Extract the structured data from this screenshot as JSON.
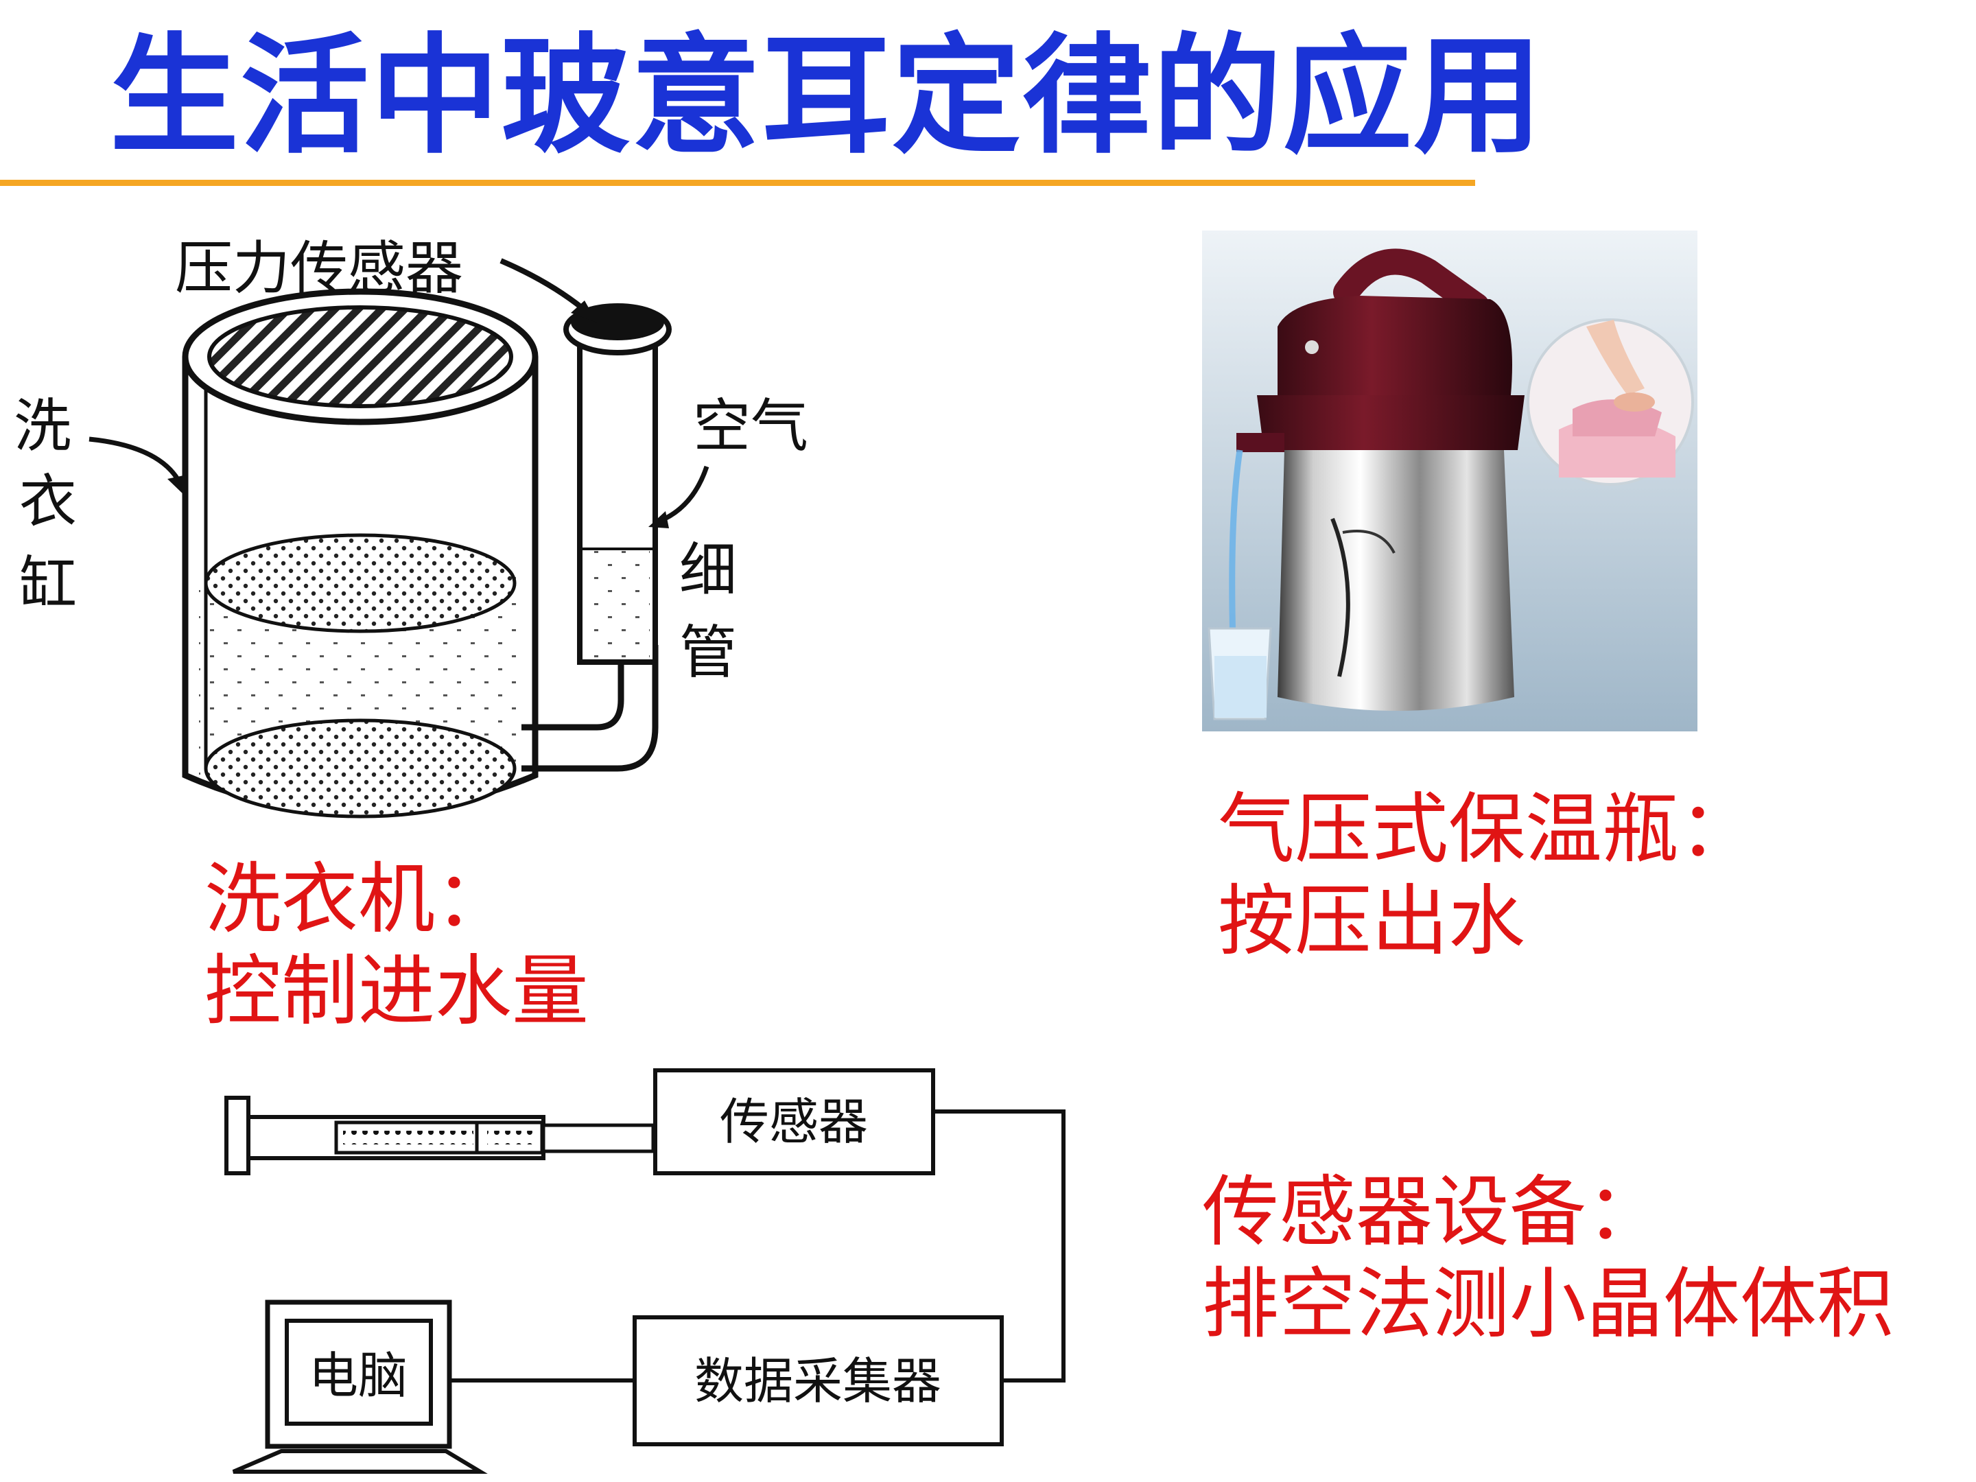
{
  "title": "生活中玻意耳定律的应用",
  "washer": {
    "label_sensor": "压力传感器",
    "label_tank": [
      "洗",
      "衣",
      "缸"
    ],
    "label_air": "空气",
    "label_tube": [
      "细",
      "管"
    ],
    "caption_line1": "洗衣机：",
    "caption_line2": "控制进水量"
  },
  "thermos": {
    "caption_line1": "气压式保温瓶：",
    "caption_line2": "按压出水"
  },
  "sensor_setup": {
    "box_sensor": "传感器",
    "box_collector": "数据采集器",
    "box_computer": "电脑",
    "caption_line1": "传感器设备：",
    "caption_line2": "排空法测小晶体体积"
  },
  "colors": {
    "title": "#1a33d6",
    "rule": "#f5a623",
    "caption": "#e01414"
  }
}
